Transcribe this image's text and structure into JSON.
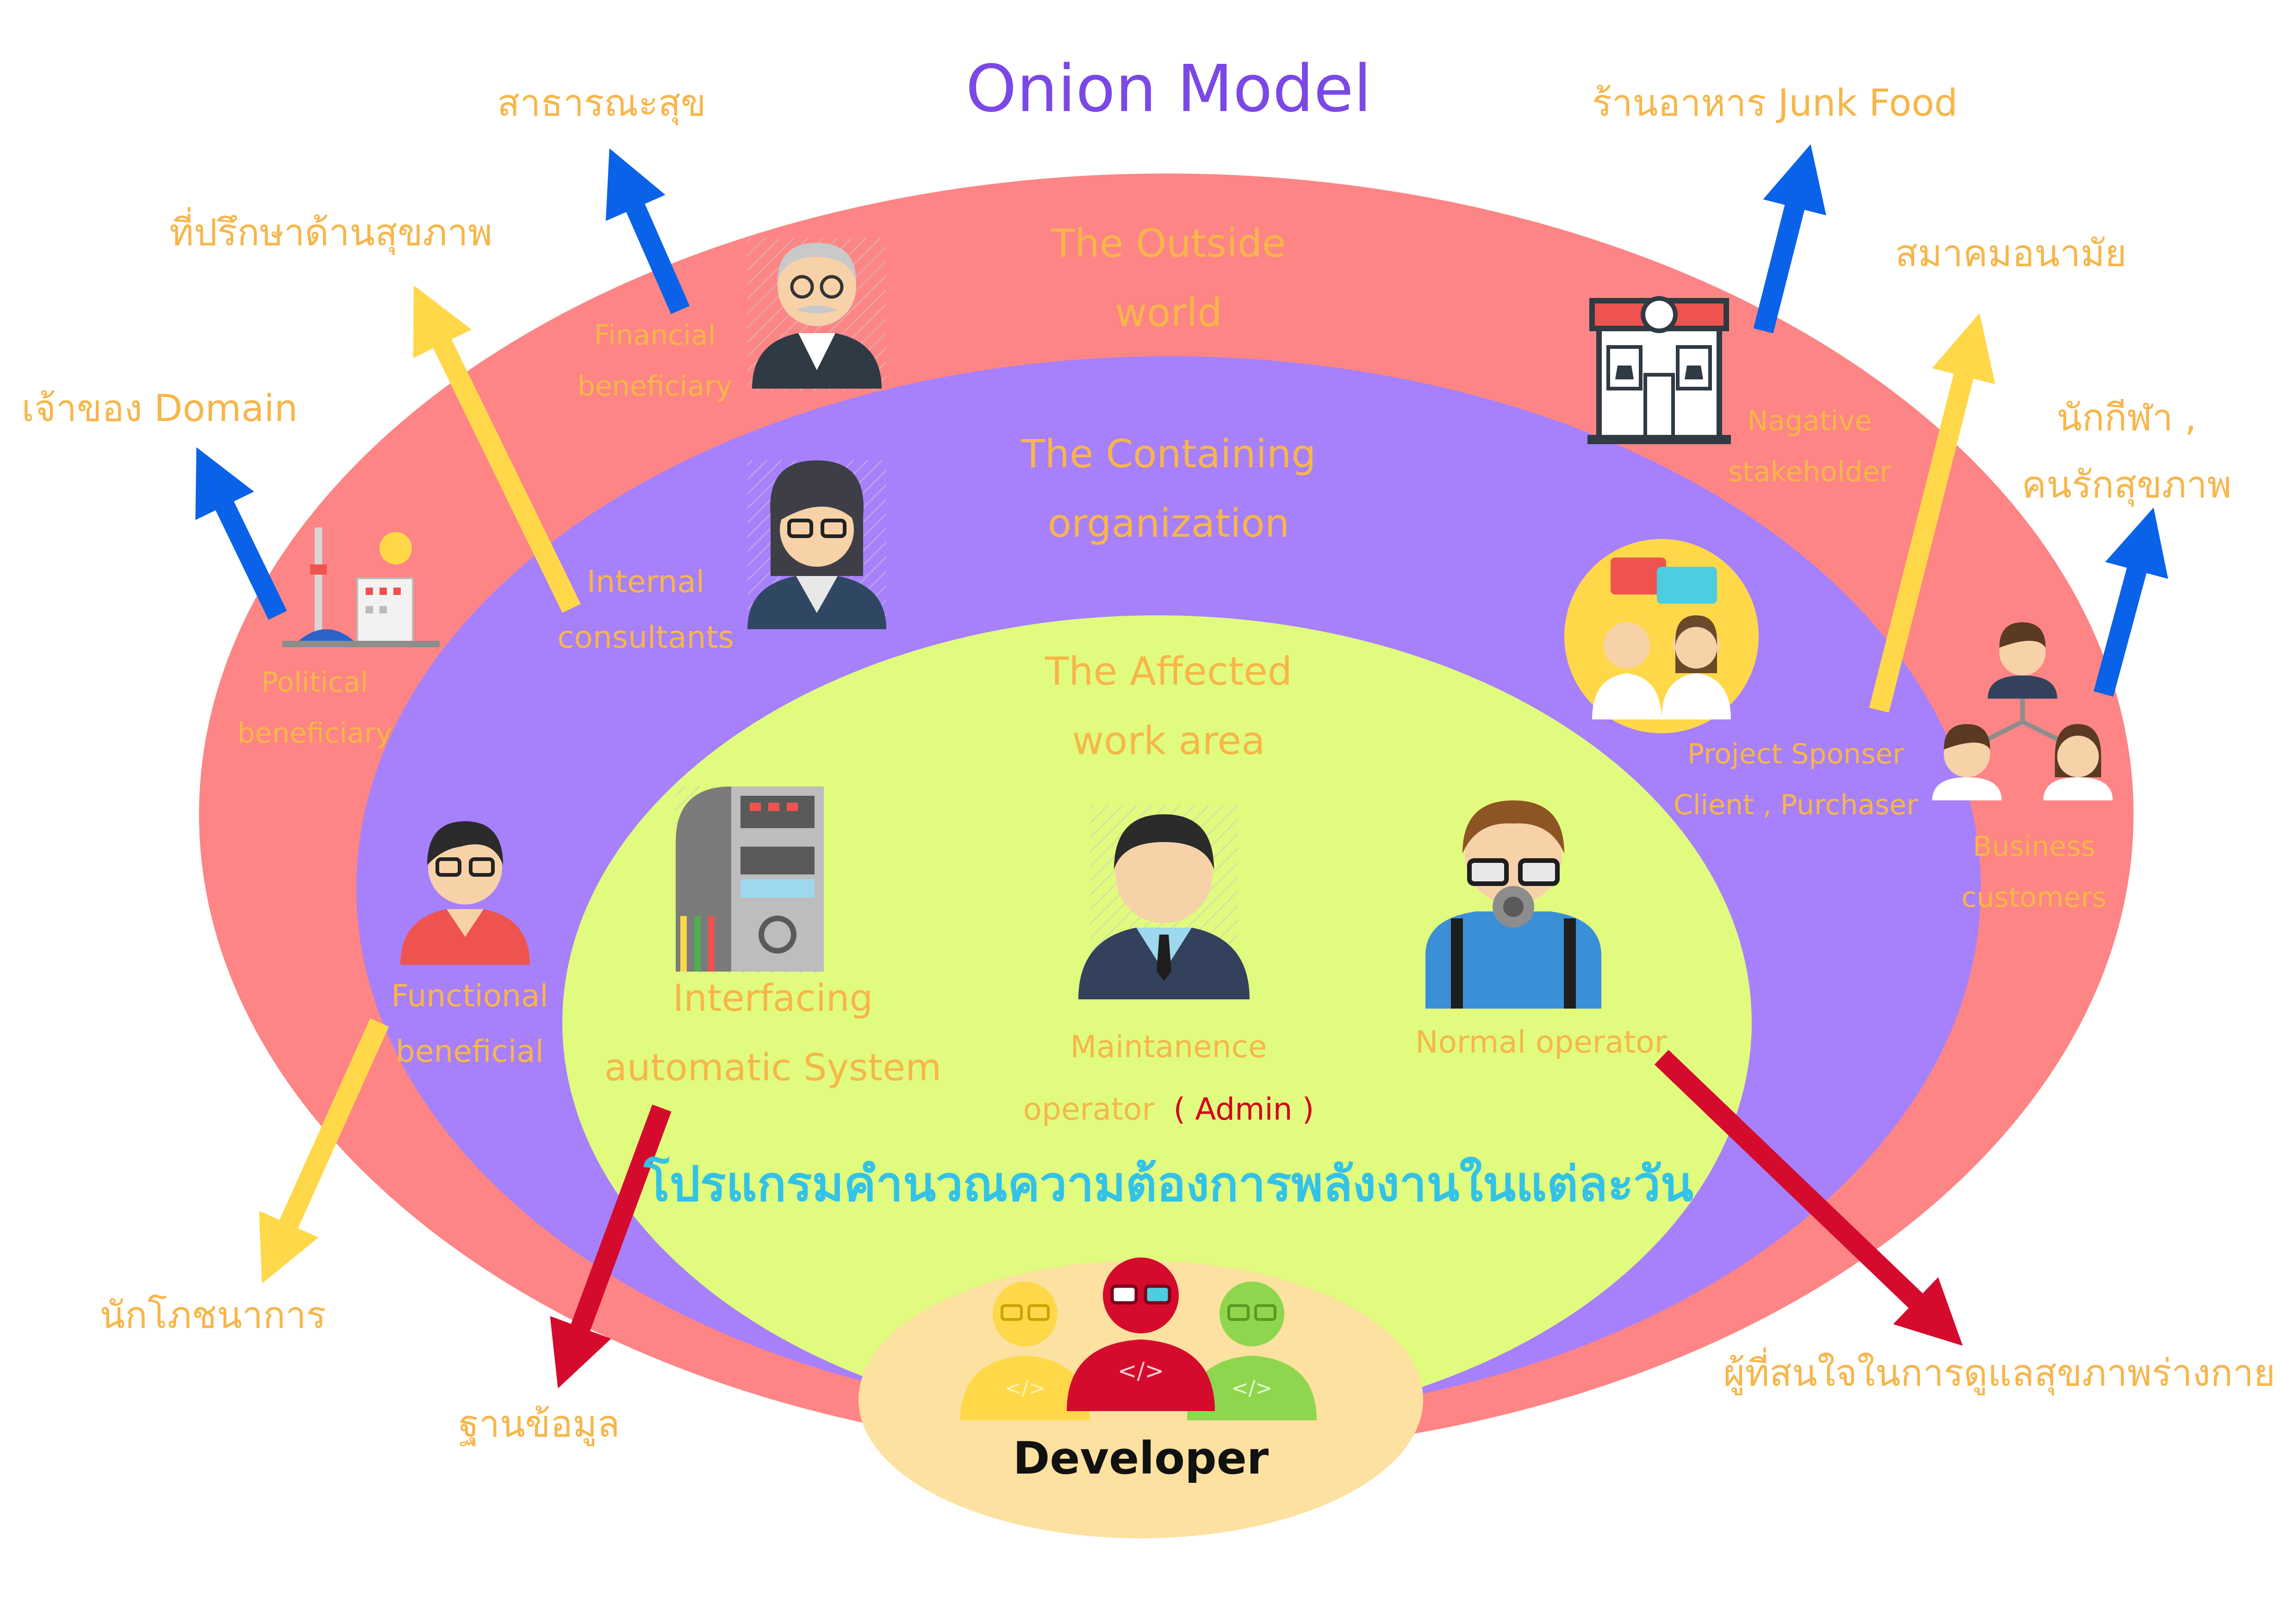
{
  "title": "Onion Model",
  "colors": {
    "title": "#7b48e6",
    "outer_ring": "#fd8585",
    "middle_ring": "#a780fb",
    "inner_ring": "#e0fb7e",
    "developer_area": "#fce1a0",
    "label": "#f7b64a",
    "program": "#33c2e8",
    "admin": "#d3001f",
    "arrow_blue": "#0a62e8",
    "arrow_yellow": "#ffd84a",
    "arrow_red": "#d50b2e"
  },
  "rings": {
    "outside": [
      "The Outside",
      "world"
    ],
    "containing": [
      "The Containing",
      "organization"
    ],
    "affected": [
      "The Affected",
      "work area"
    ]
  },
  "roles": {
    "financial": [
      "Financial",
      "beneficiary"
    ],
    "internal": [
      "Internal",
      "consultants"
    ],
    "political": [
      "Political",
      "beneficiary"
    ],
    "functional": [
      "Functional",
      "beneficial"
    ],
    "negative": [
      "Nagative",
      "stakeholder"
    ],
    "sponsor": [
      "Project Sponser",
      "Client , Purchaser"
    ],
    "business": [
      "Business",
      "customers"
    ],
    "interfacing": [
      "Interfacing",
      "automatic System"
    ],
    "maintenance_1": "Maintanence",
    "maintenance_2": "operator",
    "maintenance_admin": "( Admin )",
    "normal": "Normal operator"
  },
  "program_name": "โปรแกรมคำนวณความต้องการพลังงานในแต่ละวัน",
  "developer": {
    "label": "Developer",
    "code_glyph": "</>"
  },
  "outer_labels": {
    "public_health": "สาธารณะสุข",
    "health_advisor": "ที่ปรึกษาด้านสุขภาพ",
    "domain_owner": "เจ้าของ Domain",
    "nutritionist": "นักโภชนาการ",
    "database": "ฐานข้อมูล",
    "junk_food": "ร้านอาหาร Junk Food",
    "health_assoc": "สมาคมอนามัย",
    "athletes_1": "นักกีฬา ,",
    "athletes_2": "คนรักสุขภาพ",
    "health_interested": "ผู้ที่สนใจในการดูแลสุขภาพร่างกาย"
  },
  "icons": [
    "elderly-man-icon",
    "businesswoman-icon",
    "city-building-icon",
    "glasses-man-icon",
    "machine-icon",
    "businessman-icon",
    "operator-mask-icon",
    "restaurant-icon",
    "doctors-chat-icon",
    "customer-group-icon",
    "developers-icon"
  ]
}
